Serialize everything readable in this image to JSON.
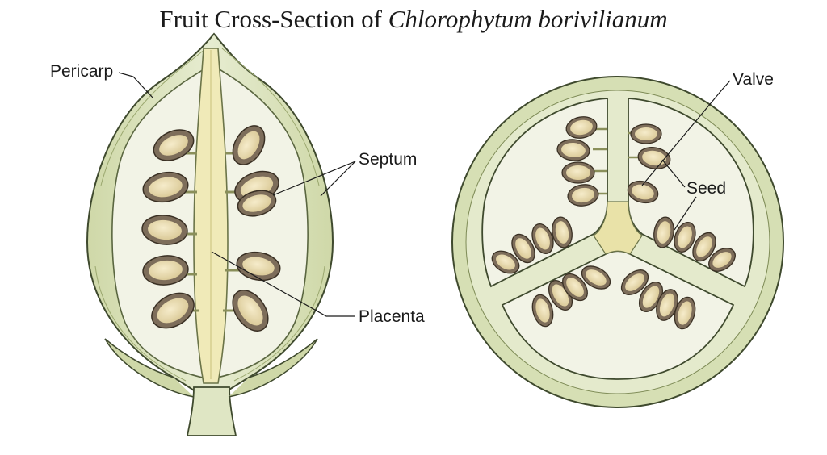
{
  "title": {
    "prefix": "Fruit Cross-Section of ",
    "species": "Chlorophytum borivilianum"
  },
  "labels": {
    "pericarp": "Pericarp",
    "septum": "Septum",
    "placenta": "Placenta",
    "valve": "Valve",
    "seed": "Seed"
  },
  "colors": {
    "pericarp_fill": "#dfe6c4",
    "pericarp_dark": "#b9c58f",
    "locule": "#f2f3e6",
    "placenta": "#f0eab8",
    "seed_coat": "#7d6d5a",
    "seed_inner": "#e9dcb2",
    "outline": "#3f4a2e"
  }
}
